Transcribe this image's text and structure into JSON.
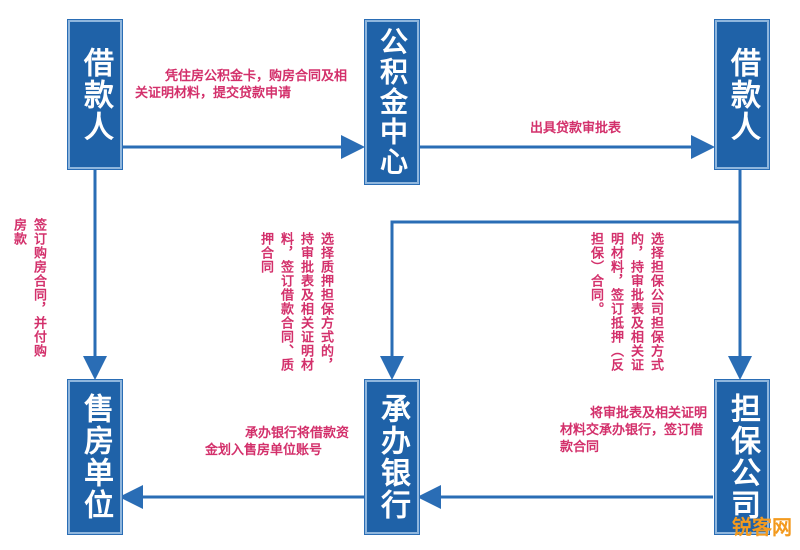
{
  "nodes": {
    "borrower_1": "借款人",
    "fund_center": "公积金中心",
    "borrower_2": "借款人",
    "seller": "售房单位",
    "bank": "承办银行",
    "guarantor": "担保公司"
  },
  "edges": {
    "apply": "凭住房公积金卡，购房合同及相关证明材料，提交贷款申请",
    "approval": "出具贷款审批表",
    "purchase": "签订购房合同，并付购房款",
    "pledge": "选择质押担保方式的，持审批表及相关证明材料，签订借款合同、质押合同",
    "guarantee": "选择担保公司担保方式的，持审批表及相关证明材料，签订抵押（反担保）合同。",
    "to_bank": "将审批表及相关证明材料交承办银行，签订借款合同",
    "disburse": "承办银行将借款资金划入售房单位账号"
  },
  "colors": {
    "box": "#1f62a8",
    "arrow": "#2a6db5",
    "text": "#d3306b"
  },
  "watermark": "锐客网"
}
